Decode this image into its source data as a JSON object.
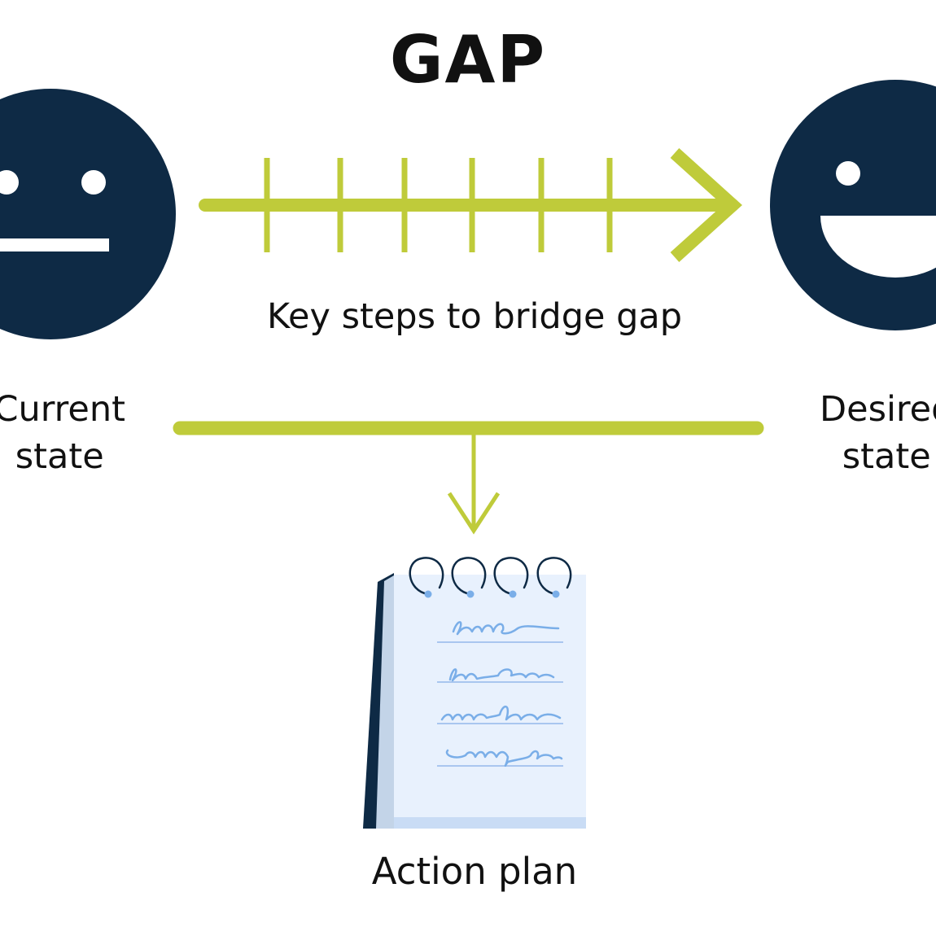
{
  "title": "GAP",
  "steps_label": "Key steps to bridge gap",
  "current_state": {
    "line1": "Current",
    "line2": "state"
  },
  "desired_state": {
    "line1": "Desired",
    "line2": "state"
  },
  "action_plan_label": "Action plan",
  "colors": {
    "face": "#0e2a45",
    "accent": "#bfcb3a",
    "paper": "#e8f1fd",
    "ink": "#7aaee8",
    "text": "#111111"
  },
  "icons": {
    "current": "neutral-face-icon",
    "desired": "happy-face-icon",
    "steps": "arrow-right-icon",
    "downward": "arrow-down-icon",
    "plan": "notepad-icon"
  }
}
